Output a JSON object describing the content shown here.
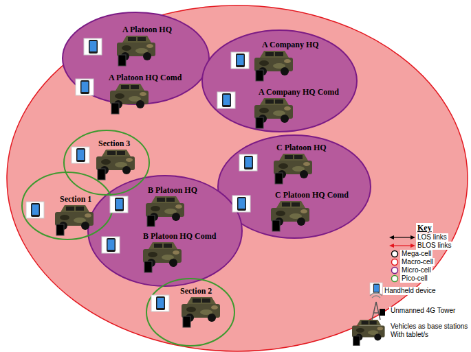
{
  "diagram": {
    "nodes": [
      {
        "text": [
          "A Platoon HQ",
          "A Platoon HQ Comd"
        ]
      },
      {
        "text": [
          "A Company HQ",
          "A Company HQ Comd"
        ]
      },
      {
        "text": [
          "Section 3"
        ]
      },
      {
        "text": [
          "C Platoon HQ",
          "C Platoon HQ Comd"
        ]
      },
      {
        "text": [
          "Section 1"
        ]
      },
      {
        "text": [
          "B Platoon HQ",
          "B Platoon HQ Comd"
        ]
      },
      {
        "text": [
          "Section 2"
        ]
      }
    ],
    "labels": [
      "Key"
    ],
    "legend": [
      {
        "text": "LOS links"
      },
      {
        "text": "BLOS links"
      },
      {
        "text": "Mega-cell"
      },
      {
        "text": "Macro-cell"
      },
      {
        "text": "Micro-cell"
      },
      {
        "text": "Pico-cell"
      },
      {
        "text": "Handheld device"
      },
      {
        "text": "Unmanned 4G Tower"
      },
      {
        "text": "Vehicles as base stations With tablet/s"
      }
    ]
  }
}
